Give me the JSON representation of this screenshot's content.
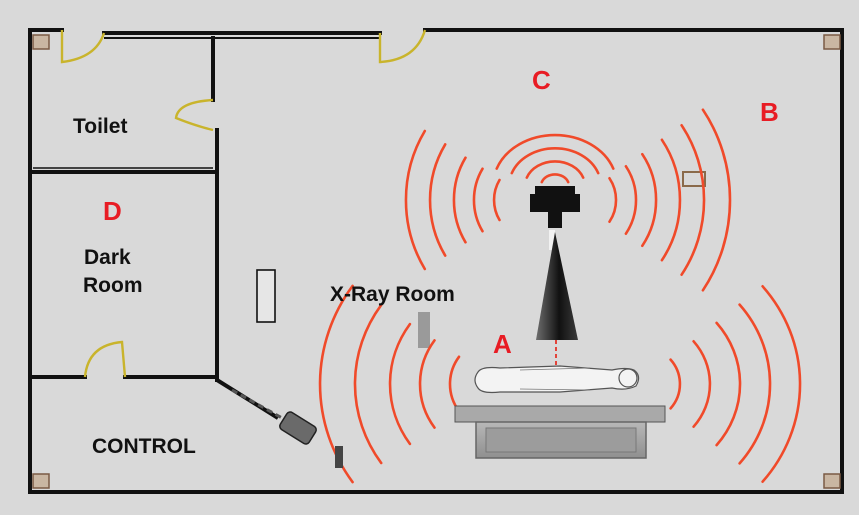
{
  "rooms": {
    "toilet": "Toilet",
    "dark_room_line1": "Dark",
    "dark_room_line2": "Room",
    "xray_room": "X-Ray Room",
    "control": "CONTROL"
  },
  "zones": {
    "a": "A",
    "b": "B",
    "c": "C",
    "d": "D"
  },
  "colors": {
    "floor": "#d9d9d9",
    "wall": "#111111",
    "radiation_wave": "#f04a2a",
    "zone_letter": "#e81c24",
    "door_swing": "#c9b42c"
  },
  "icons": {
    "source": "xray-tube-icon",
    "beam": "xray-beam-cone-icon",
    "patient": "patient-outline-icon",
    "table": "examination-table-icon",
    "control_unit": "control-console-icon"
  }
}
